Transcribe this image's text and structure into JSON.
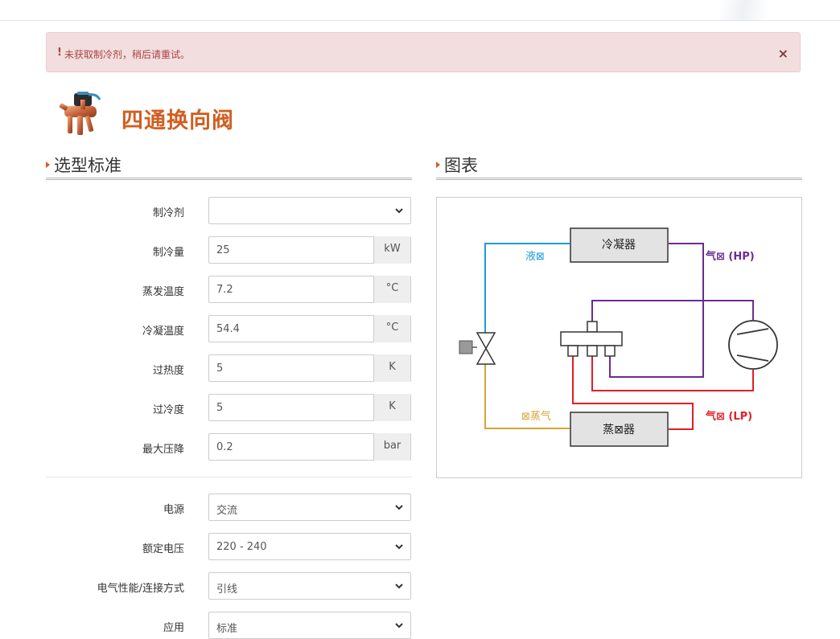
{
  "alert": {
    "icon": "!",
    "message": "未获取制冷剂，稍后请重试。",
    "close": "×"
  },
  "product": {
    "icon": "four-way-valve-icon",
    "title": "四通换向阀"
  },
  "sections": {
    "left_title": "选型标准",
    "right_title": "图表"
  },
  "form": {
    "refrigerant": {
      "label": "制冷剂",
      "value": ""
    },
    "capacity": {
      "label": "制冷量",
      "value": "25",
      "unit": "kW"
    },
    "evap_temp": {
      "label": "蒸发温度",
      "value": "7.2",
      "unit": "°C"
    },
    "cond_temp": {
      "label": "冷凝温度",
      "value": "54.4",
      "unit": "°C"
    },
    "superheat": {
      "label": "过热度",
      "value": "5",
      "unit": "K"
    },
    "subcool": {
      "label": "过冷度",
      "value": "5",
      "unit": "K"
    },
    "max_drop": {
      "label": "最大压降",
      "value": "0.2",
      "unit": "bar"
    },
    "power": {
      "label": "电源",
      "value": "交流"
    },
    "voltage": {
      "label": "额定电压",
      "value": "220 - 240"
    },
    "connection": {
      "label": "电气性能/连接方式",
      "value": "引线"
    },
    "application": {
      "label": "应用",
      "value": "标准"
    }
  },
  "diagram": {
    "condenser": "冷凝器",
    "evaporator": "蒸⊠器",
    "liquid": "液⊠",
    "gas_hp": "气⊠ (HP)",
    "gas_lp": "气⊠ (LP)",
    "wet_vapor": "⊠蒸气",
    "colors": {
      "liquid": "#1e9ad6",
      "hp": "#6a2c91",
      "lp": "#e31e24",
      "wet": "#d4a535",
      "box": "#e3e3e3"
    }
  }
}
